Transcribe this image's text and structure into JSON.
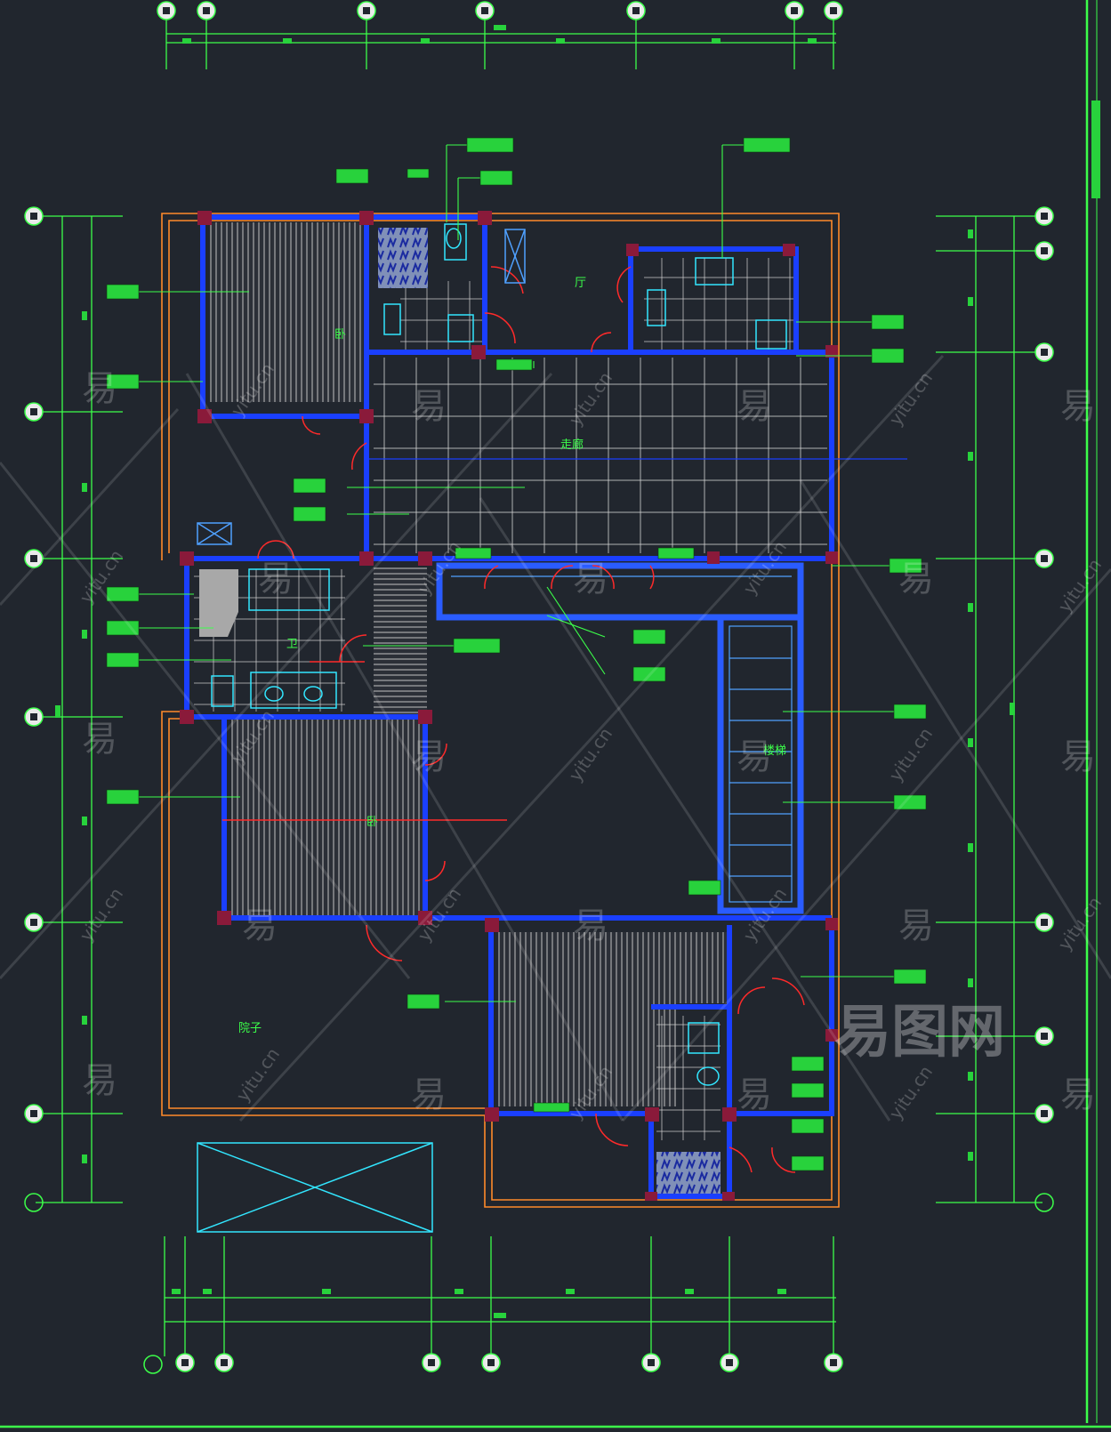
{
  "drawing": {
    "colors": {
      "background": "#21262e",
      "dimension": "#3cff4a",
      "outer_boundary": "#ff8a2a",
      "wall": "#1a3fff",
      "wall_highlight": "#4fa0ff",
      "column": "#8a1a3a",
      "door": "#ff2a2a",
      "fixture": "#32e6ff",
      "hatch": "#9a9a9a",
      "tag": "#28d23c"
    },
    "room_labels": {
      "hall_top": "厅",
      "bedroom_top_left": "卧",
      "corridor": "走廊",
      "bath_left": "卫",
      "bedroom_left": "卧",
      "stair": "楼梯",
      "yard": "院子"
    },
    "watermark": {
      "brand": "易图网",
      "char": "易",
      "url": "yitu.cn"
    }
  }
}
